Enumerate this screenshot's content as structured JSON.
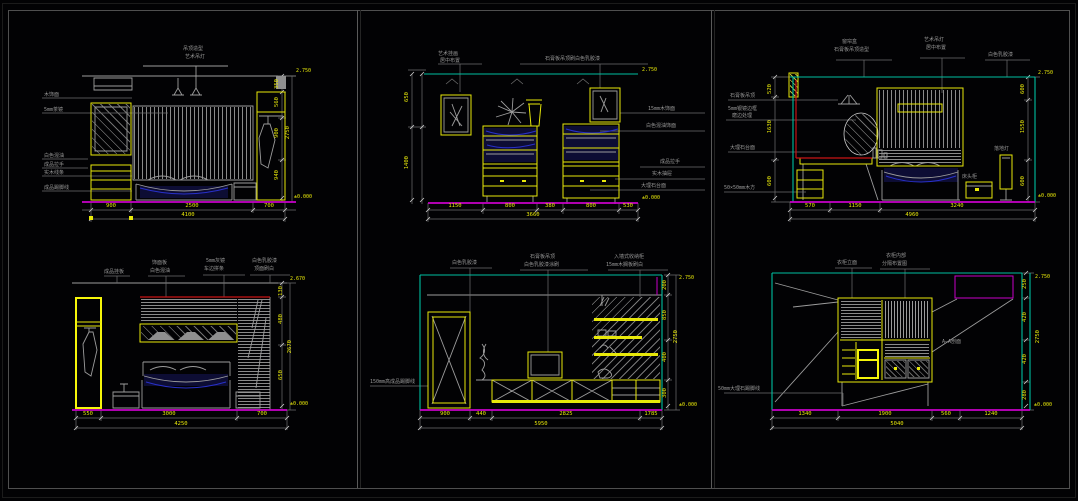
{
  "colors": {
    "line_gray": "#9c9c9c",
    "dim_yellow": "#e8e80a",
    "wall_teal": "#00bfa0",
    "floor_magenta": "#c800c8",
    "accent_red": "#c81414",
    "accent_blue": "#2830c8",
    "background": "#020204"
  },
  "p1": {
    "top1": "吊顶造型",
    "top2": "艺术吊灯",
    "l1": "木饰面",
    "l2": "5mm茶镜",
    "l3": "白色混油",
    "l4": "成品拉手",
    "l5": "实木线条",
    "l6": "成品踢脚线",
    "b1": "900",
    "b2": "2500",
    "b3": "700",
    "bt": "4100",
    "r1": "350",
    "r2": "560",
    "r3": "900",
    "r4": "940",
    "rt": "2750",
    "et": "2.750",
    "eb": "±0.000"
  },
  "p2": {
    "top1": "艺术挂画",
    "top2": "居中布置",
    "top3": "石膏板吊顶刷白色乳胶漆",
    "rl1": "15mm木饰面",
    "rl2": "白色混油饰面",
    "rl3": "成品拉手",
    "rl4": "实木抽屉",
    "rl5": "大理石台面",
    "lv1": "650",
    "lv2": "1400",
    "b1": "1150",
    "b2": "800",
    "b3": "380",
    "b4": "800",
    "b5": "530",
    "bt": "3660",
    "et": "2.750",
    "eb": "±0.000"
  },
  "p3": {
    "t1": "窗帘盒",
    "t2": "石膏板吊顶造型",
    "t3": "艺术吊灯",
    "t4": "居中布置",
    "t5": "白色乳胶漆",
    "l1": "石膏板吊顶",
    "l2": "5mm银镜边框",
    "l3": "磨边处理",
    "l4": "大理石台面",
    "l5": "50×50mm木方",
    "s1": "床头柜",
    "s2": "落地灯",
    "lv1": "520",
    "lv2": "1630",
    "lv3": "600",
    "rv1": "600",
    "rv2": "1550",
    "rv3": "600",
    "b1": "570",
    "b2": "1150",
    "b3": "3240",
    "bt": "4960",
    "et": "2.750",
    "eb": "±0.000"
  },
  "p4": {
    "t1": "成品挂板",
    "t2": "饰面板",
    "t3": "白色混油",
    "t4": "5mm灰镜",
    "t5": "车边拼条",
    "t6": "白色乳胶漆",
    "t7": "顶面刷白",
    "r1": "130",
    "r2": "480",
    "r3": "650",
    "rt": "2670",
    "b1": "550",
    "b2": "3000",
    "b3": "700",
    "bt": "4250",
    "et": "2.670",
    "eb": "±0.000"
  },
  "p5": {
    "t1": "白色乳胶漆",
    "t2": "石膏板吊顶",
    "t3": "白色乳胶漆涂刷",
    "t4": "入墙式收纳柜",
    "t5": "15mm木搁板刷白",
    "ll": "150mm高成品踢脚线",
    "b1": "900",
    "b2": "440",
    "b3": "2825",
    "b4": "1785",
    "bt": "5950",
    "r1": "200",
    "r2": "850",
    "r3": "400",
    "r4": "300",
    "rt": "2750",
    "et": "2.750",
    "eb": "±0.000"
  },
  "p6": {
    "t1": "衣柜立面",
    "t2": "衣柜内部",
    "t3": "分隔布置图",
    "sec": "A—A剖面",
    "ll": "50mm大理石踢脚线",
    "b1": "1340",
    "b2": "1900",
    "b3": "560",
    "b4": "1240",
    "bt": "5040",
    "r1": "250",
    "r2": "420",
    "r3": "420",
    "r4": "280",
    "rt": "2750",
    "et": "2.750",
    "eb": "±0.000"
  }
}
